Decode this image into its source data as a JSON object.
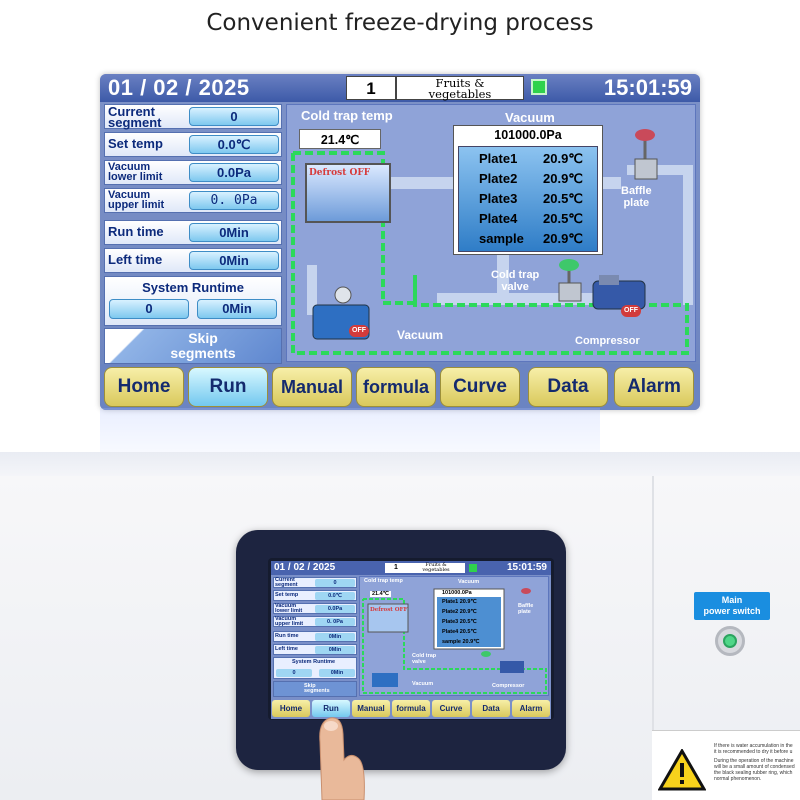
{
  "headline": "Convenient freeze-drying process",
  "hmi": {
    "date": "01 / 02 / 2025",
    "recipe_number": "1",
    "recipe_name_line1": "Fruits &",
    "recipe_name_line2": "vegetables",
    "time": "15:01:59",
    "params": [
      {
        "label_line1": "Current",
        "label_line2": "segment",
        "value": "0"
      },
      {
        "label_line1": "Set temp",
        "label_line2": "",
        "value": "0.0℃"
      },
      {
        "label_line1": "Vacuum",
        "label_line2": "lower limit",
        "value": "0.0Pa"
      },
      {
        "label_line1": "Vacuum",
        "label_line2": "upper limit",
        "value": "0. 0Pa"
      },
      {
        "label_line1": "Run time",
        "label_line2": "",
        "value": "0Min"
      },
      {
        "label_line1": "Left time",
        "label_line2": "",
        "value": "0Min"
      }
    ],
    "system_runtime": {
      "title": "System Runtime",
      "hours": "0",
      "minutes": "0Min"
    },
    "skip_line1": "Skip",
    "skip_line2": "segments",
    "cold_trap_title": "Cold trap temp",
    "cold_trap_value": "21.4℃",
    "defrost": "Defrost OFF",
    "vacuum_title": "Vacuum",
    "vacuum_value": "101000.0Pa",
    "plates": [
      {
        "name": "Plate1",
        "value": "20.9℃"
      },
      {
        "name": "Plate2",
        "value": "20.9℃"
      },
      {
        "name": "Plate3",
        "value": "20.5℃"
      },
      {
        "name": "Plate4",
        "value": "20.5℃"
      },
      {
        "name": "sample",
        "value": "20.9℃"
      }
    ],
    "baffle_line1": "Baffle",
    "baffle_line2": "plate",
    "cold_valve_line1": "Cold trap",
    "cold_valve_line2": "valve",
    "vacuum_pump_label": "Vacuum",
    "compressor_label": "Compressor",
    "off_badge": "OFF",
    "nav": [
      "Home",
      "Run",
      "Manual",
      "formula",
      "Curve",
      "Data",
      "Alarm"
    ]
  },
  "machine": {
    "power_label_line1": "Main",
    "power_label_line2": "power switch",
    "warning_lines": [
      "If there is water accumulation in the",
      "it is recommended to dry it before u",
      "During the operation of the machine",
      "will be a small amount of condensed",
      "the black sealing rubber ring, which",
      "normal phenomenon."
    ]
  },
  "colors": {
    "topbar": "#3d5aa8",
    "nav_button": "#d9c95c",
    "active_nav": "#73c8ef",
    "pipe_highlight": "#2bd95a",
    "power_label": "#1a8ee0"
  }
}
